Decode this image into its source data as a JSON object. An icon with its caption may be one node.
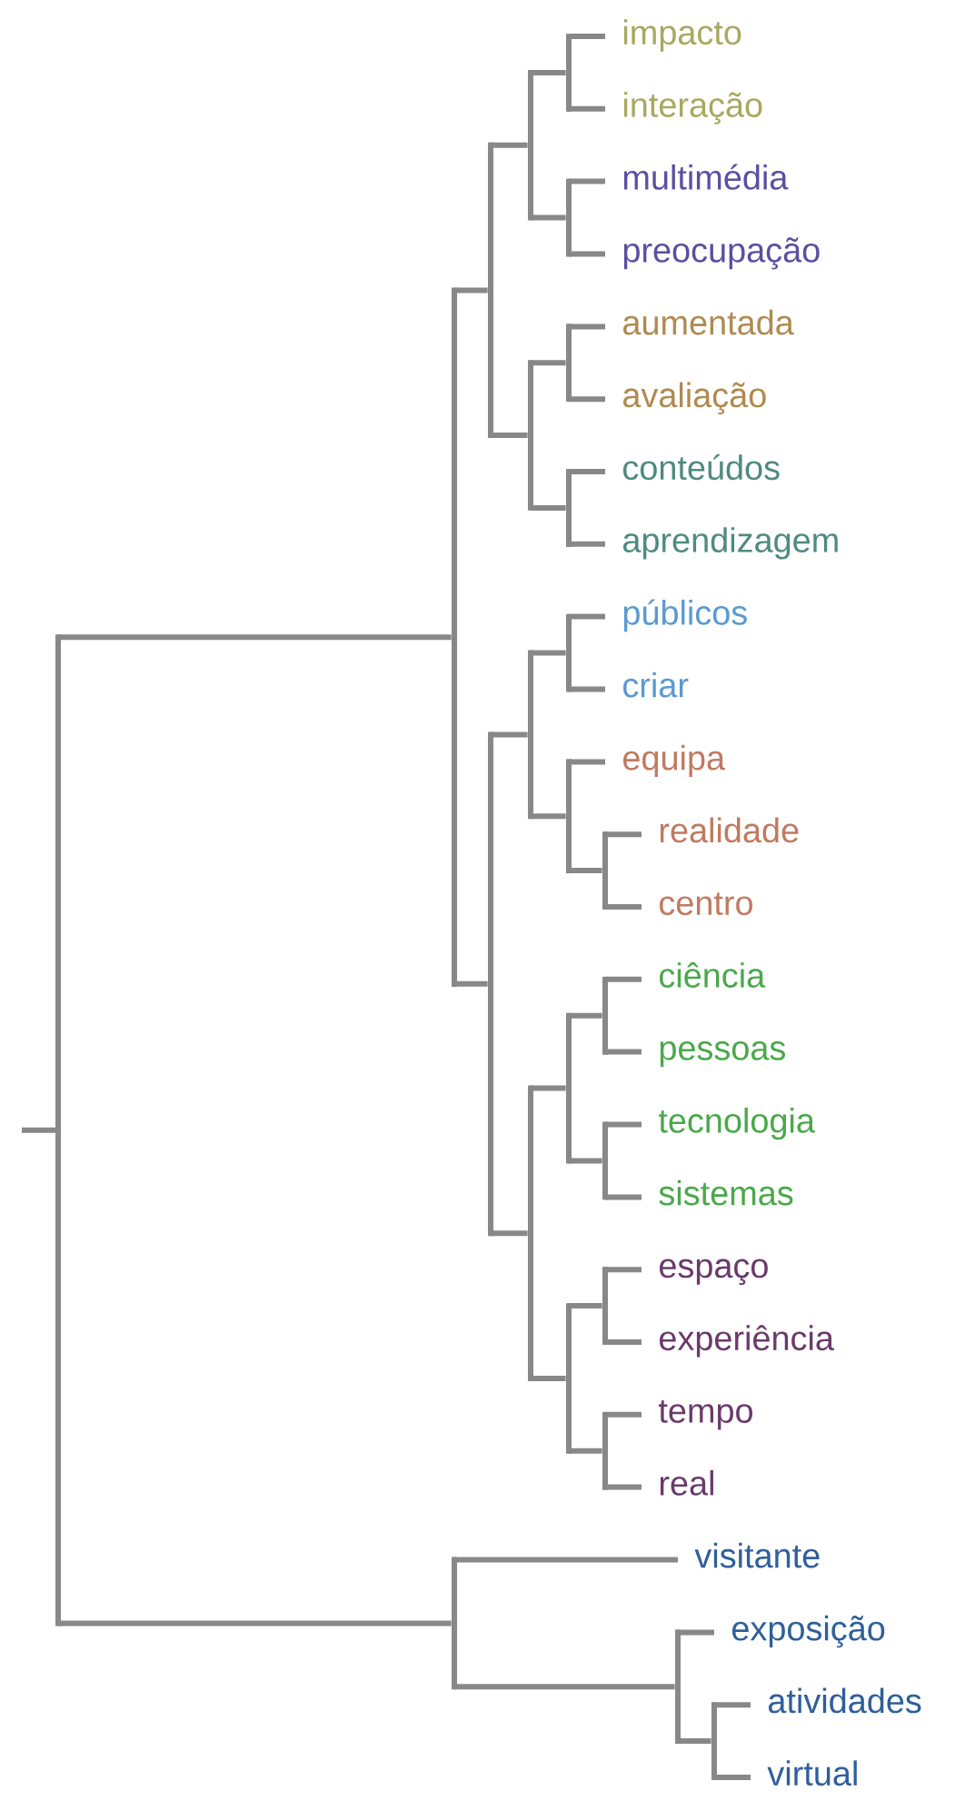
{
  "diagram": {
    "nodes": [
      {
        "text": [],
        "shape": "bar"
      },
      {
        "text": [],
        "shape": "bar"
      },
      {
        "text": [],
        "shape": "bar"
      },
      {
        "text": [],
        "shape": "bar"
      },
      {
        "text": [],
        "shape": "bar"
      },
      {
        "text": [
          "impacto"
        ]
      },
      {
        "text": [
          "interação"
        ]
      },
      {
        "text": [],
        "shape": "bar"
      },
      {
        "text": [
          "multimédia"
        ]
      },
      {
        "text": [
          "preocupação"
        ]
      },
      {
        "text": [],
        "shape": "bar"
      },
      {
        "text": [],
        "shape": "bar"
      },
      {
        "text": [
          "aumentada"
        ]
      },
      {
        "text": [
          "avaliação"
        ]
      },
      {
        "text": [],
        "shape": "bar"
      },
      {
        "text": [
          "conteúdos"
        ]
      },
      {
        "text": [
          "aprendizagem"
        ]
      },
      {
        "text": [],
        "shape": "bar"
      },
      {
        "text": [],
        "shape": "bar"
      },
      {
        "text": [],
        "shape": "bar"
      },
      {
        "text": [
          "públicos"
        ]
      },
      {
        "text": [
          "criar"
        ]
      },
      {
        "text": [],
        "shape": "bar"
      },
      {
        "text": [
          "equipa"
        ]
      },
      {
        "text": [],
        "shape": "bar"
      },
      {
        "text": [
          "realidade"
        ]
      },
      {
        "text": [
          "centro"
        ]
      },
      {
        "text": [],
        "shape": "bar"
      },
      {
        "text": [],
        "shape": "bar"
      },
      {
        "text": [],
        "shape": "bar"
      },
      {
        "text": [
          "ciência"
        ]
      },
      {
        "text": [
          "pessoas"
        ]
      },
      {
        "text": [],
        "shape": "bar"
      },
      {
        "text": [
          "tecnologia"
        ]
      },
      {
        "text": [
          "sistemas"
        ]
      },
      {
        "text": [],
        "shape": "bar"
      },
      {
        "text": [],
        "shape": "bar"
      },
      {
        "text": [
          "espaço"
        ]
      },
      {
        "text": [
          "experiência"
        ]
      },
      {
        "text": [],
        "shape": "bar"
      },
      {
        "text": [
          "tempo"
        ]
      },
      {
        "text": [
          "real"
        ]
      },
      {
        "text": [],
        "shape": "bar"
      },
      {
        "text": [
          "visitante"
        ]
      },
      {
        "text": [],
        "shape": "bar"
      },
      {
        "text": [
          "exposição"
        ]
      },
      {
        "text": [],
        "shape": "bar"
      },
      {
        "text": [
          "atividades"
        ]
      },
      {
        "text": [
          "virtual"
        ]
      }
    ],
    "edges": [
      {
        "from": null,
        "to": 0,
        "arrow": "none"
      },
      {
        "from": 0,
        "to": 1,
        "arrow": "none"
      },
      {
        "from": 1,
        "to": 2,
        "arrow": "none"
      },
      {
        "from": 2,
        "to": 3,
        "arrow": "none"
      },
      {
        "from": 3,
        "to": 4,
        "arrow": "none"
      },
      {
        "from": 4,
        "to": 5,
        "arrow": "none"
      },
      {
        "from": 4,
        "to": 6,
        "arrow": "none"
      },
      {
        "from": 3,
        "to": 7,
        "arrow": "none"
      },
      {
        "from": 7,
        "to": 8,
        "arrow": "none"
      },
      {
        "from": 7,
        "to": 9,
        "arrow": "none"
      },
      {
        "from": 2,
        "to": 10,
        "arrow": "none"
      },
      {
        "from": 10,
        "to": 11,
        "arrow": "none"
      },
      {
        "from": 11,
        "to": 12,
        "arrow": "none"
      },
      {
        "from": 11,
        "to": 13,
        "arrow": "none"
      },
      {
        "from": 10,
        "to": 14,
        "arrow": "none"
      },
      {
        "from": 14,
        "to": 15,
        "arrow": "none"
      },
      {
        "from": 14,
        "to": 16,
        "arrow": "none"
      },
      {
        "from": 1,
        "to": 17,
        "arrow": "none"
      },
      {
        "from": 17,
        "to": 18,
        "arrow": "none"
      },
      {
        "from": 18,
        "to": 19,
        "arrow": "none"
      },
      {
        "from": 19,
        "to": 20,
        "arrow": "none"
      },
      {
        "from": 19,
        "to": 21,
        "arrow": "none"
      },
      {
        "from": 18,
        "to": 22,
        "arrow": "none"
      },
      {
        "from": 22,
        "to": 23,
        "arrow": "none"
      },
      {
        "from": 22,
        "to": 24,
        "arrow": "none"
      },
      {
        "from": 24,
        "to": 25,
        "arrow": "none"
      },
      {
        "from": 24,
        "to": 26,
        "arrow": "none"
      },
      {
        "from": 17,
        "to": 27,
        "arrow": "none"
      },
      {
        "from": 27,
        "to": 28,
        "arrow": "none"
      },
      {
        "from": 28,
        "to": 29,
        "arrow": "none"
      },
      {
        "from": 29,
        "to": 30,
        "arrow": "none"
      },
      {
        "from": 29,
        "to": 31,
        "arrow": "none"
      },
      {
        "from": 28,
        "to": 32,
        "arrow": "none"
      },
      {
        "from": 32,
        "to": 33,
        "arrow": "none"
      },
      {
        "from": 32,
        "to": 34,
        "arrow": "none"
      },
      {
        "from": 27,
        "to": 35,
        "arrow": "none"
      },
      {
        "from": 35,
        "to": 36,
        "arrow": "none"
      },
      {
        "from": 36,
        "to": 37,
        "arrow": "none"
      },
      {
        "from": 36,
        "to": 38,
        "arrow": "none"
      },
      {
        "from": 35,
        "to": 39,
        "arrow": "none"
      },
      {
        "from": 39,
        "to": 40,
        "arrow": "none"
      },
      {
        "from": 39,
        "to": 41,
        "arrow": "none"
      },
      {
        "from": 0,
        "to": 42,
        "arrow": "none"
      },
      {
        "from": 42,
        "to": 43,
        "arrow": "none"
      },
      {
        "from": 42,
        "to": 44,
        "arrow": "none"
      },
      {
        "from": 44,
        "to": 45,
        "arrow": "none"
      },
      {
        "from": 44,
        "to": 46,
        "arrow": "none"
      },
      {
        "from": 46,
        "to": 47,
        "arrow": "none"
      },
      {
        "from": 46,
        "to": 48,
        "arrow": "none"
      }
    ]
  }
}
